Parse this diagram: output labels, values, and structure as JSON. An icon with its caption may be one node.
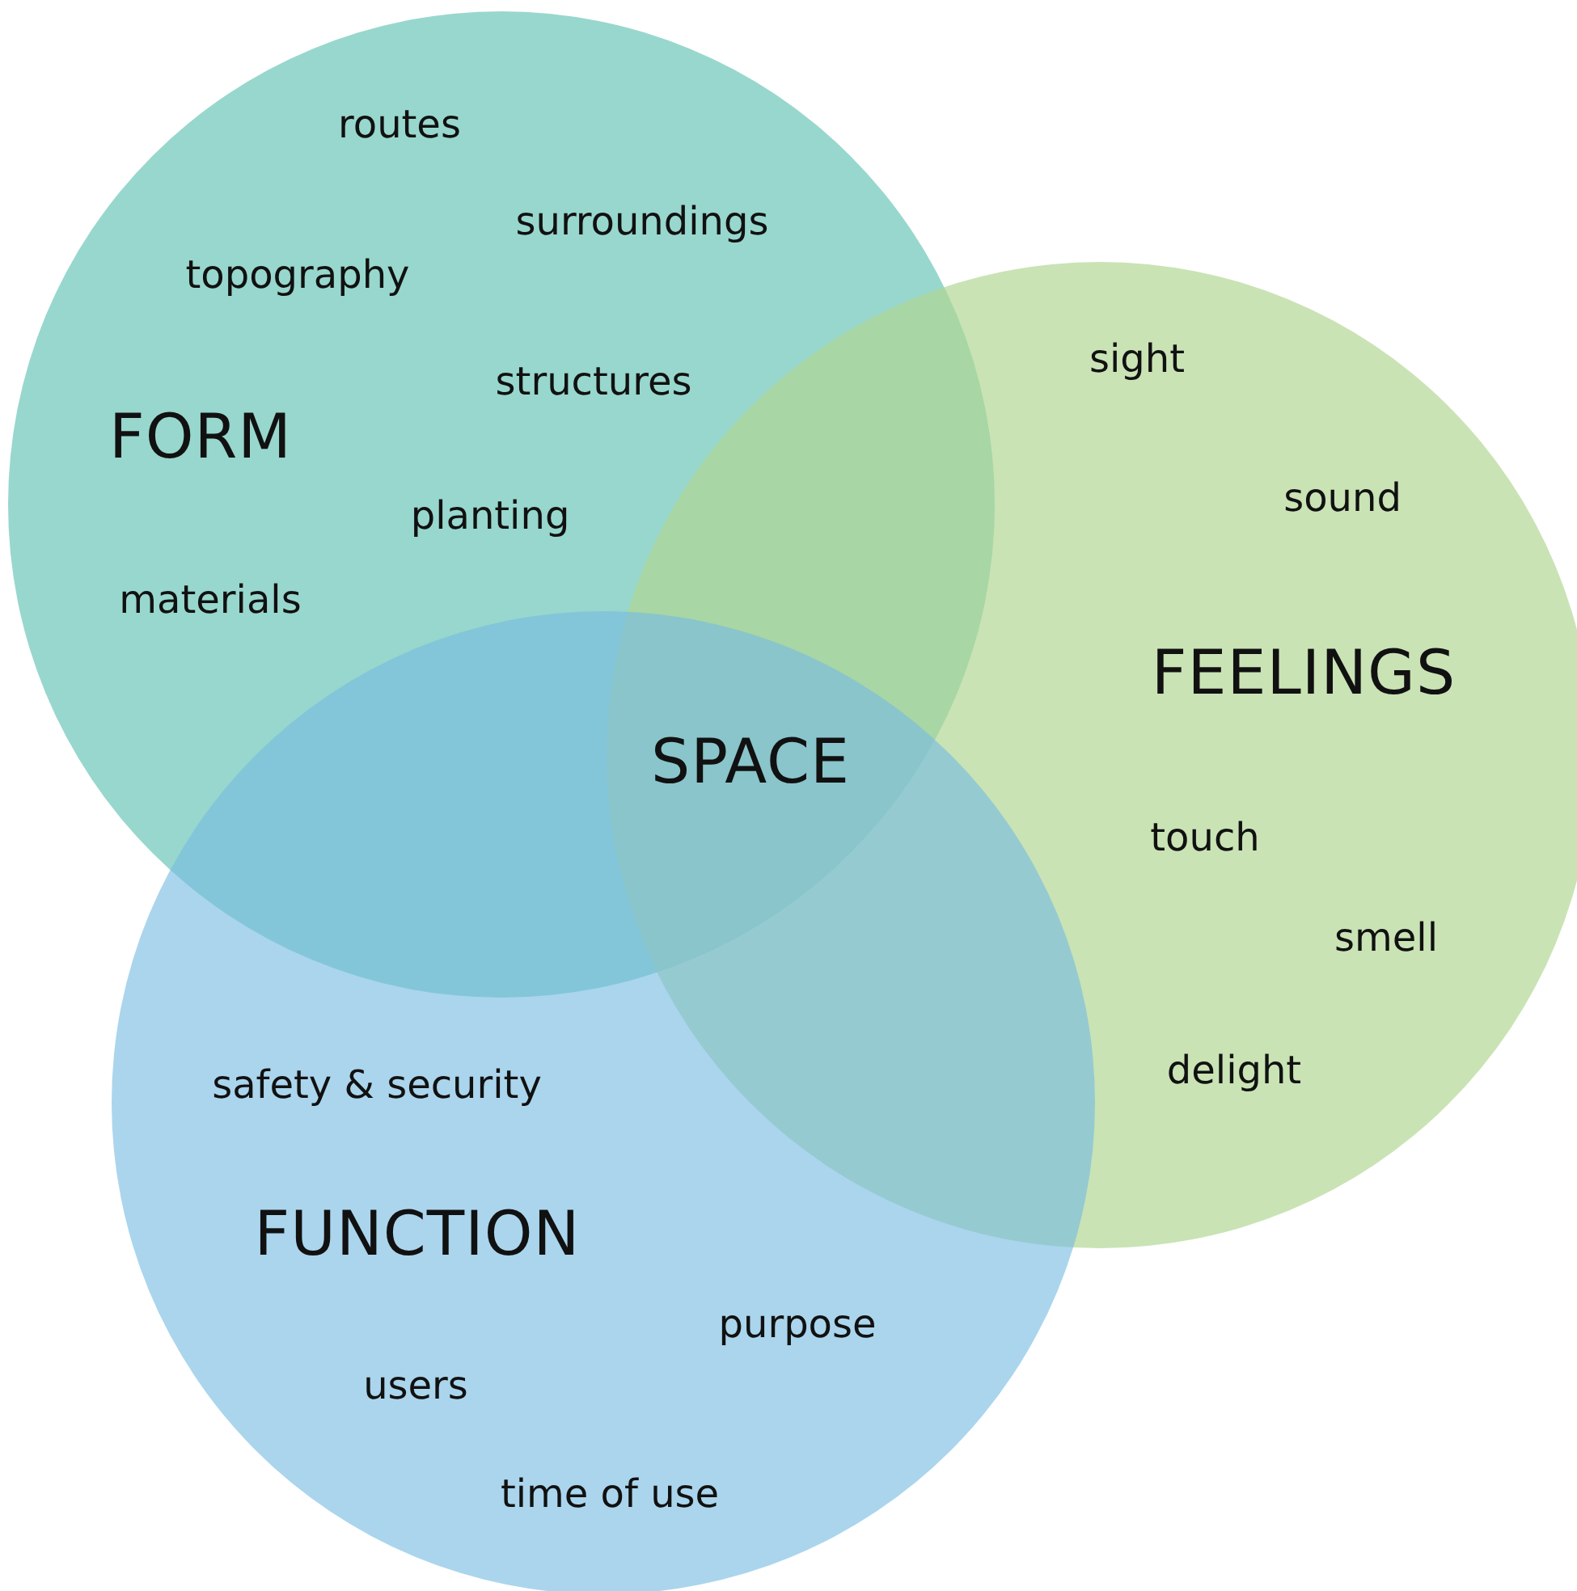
{
  "diagram": {
    "nodes": [
      {
        "text": [
          "routes",
          "surroundings",
          "topography",
          "structures",
          "FORM",
          "planting",
          "materials"
        ]
      },
      {
        "text": [
          "sight",
          "sound",
          "FEELINGS",
          "touch",
          "smell",
          "delight"
        ]
      },
      {
        "text": [
          "safety & security",
          "FUNCTION",
          "purpose",
          "users",
          "time of use"
        ]
      }
    ],
    "edges": [],
    "labels": [
      "SPACE"
    ]
  }
}
